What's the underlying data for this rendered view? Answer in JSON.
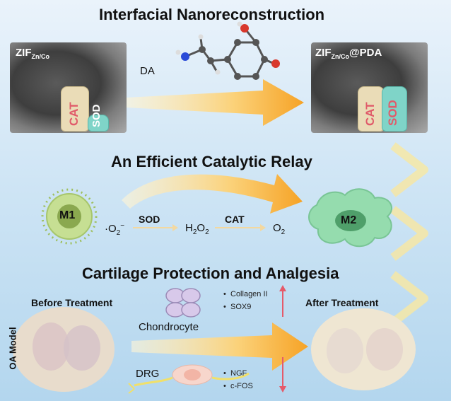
{
  "sections": {
    "top_title": "Interfacial Nanoreconstruction",
    "middle_title": "An Efficient Catalytic Relay",
    "bottom_title": "Cartilage Protection and Analgesia"
  },
  "panel1": {
    "left_label_main": "ZIF",
    "left_label_sub": "Zn/Co",
    "right_label_main": "ZIF",
    "right_label_sub": "Zn/Co",
    "right_label_suffix": "@PDA",
    "cat": "CAT",
    "sod": "SOD",
    "da": "DA"
  },
  "panel2": {
    "m1": "M1",
    "m2": "M2",
    "superoxide": "·O",
    "superoxide_sub": "2",
    "superoxide_sup": "−",
    "sod": "SOD",
    "h2o2_a": "H",
    "h2o2_sub1": "2",
    "h2o2_b": "O",
    "h2o2_sub2": "2",
    "cat": "CAT",
    "o2": "O",
    "o2_sub": "2"
  },
  "panel3": {
    "side_label": "OA Model",
    "before": "Before Treatment",
    "after": "After Treatment",
    "chondrocyte": "Chondrocyte",
    "drg": "DRG",
    "up_markers": [
      "Collagen II",
      "SOX9"
    ],
    "down_markers": [
      "NGF",
      "c-FOS"
    ]
  },
  "colors": {
    "arrow_orange": "#f5a623",
    "arrow_yellow": "#fde6a0",
    "cat_red": "#e05b6a",
    "sod_teal": "#7fd4c8",
    "m1_green": "#b8d98a",
    "m2_green": "#8ed6a6",
    "up_red": "#e55a6a"
  }
}
